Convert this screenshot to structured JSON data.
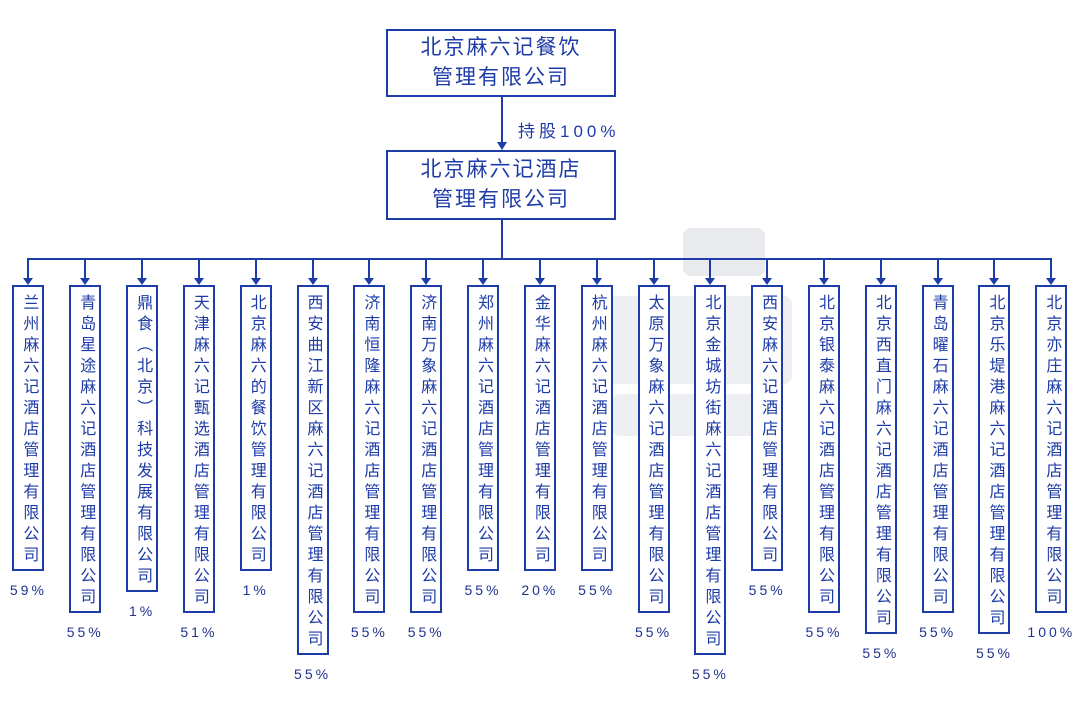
{
  "colors": {
    "line": "#1e3ca8",
    "text": "#1e3ca8",
    "watermark": "#ccd0da",
    "background": "#ffffff"
  },
  "root_company": {
    "line1": "北京麻六记餐饮",
    "line2": "管理有限公司"
  },
  "edge_label": "持股100%",
  "holding_company": {
    "line1": "北京麻六记酒店",
    "line2": "管理有限公司"
  },
  "subsidiaries": [
    {
      "name": "兰州麻六记酒店管理有限公司",
      "share": "59%"
    },
    {
      "name": "青岛星途麻六记酒店管理有限公司",
      "share": "55%"
    },
    {
      "name": "鼎食（北京）科技发展有限公司",
      "share": "1%"
    },
    {
      "name": "天津麻六记甄选酒店管理有限公司",
      "share": "51%"
    },
    {
      "name": "北京麻六的餐饮管理有限公司",
      "share": "1%"
    },
    {
      "name": "西安曲江新区麻六记酒店管理有限公司",
      "share": "55%"
    },
    {
      "name": "济南恒隆麻六记酒店管理有限公司",
      "share": "55%"
    },
    {
      "name": "济南万象麻六记酒店管理有限公司",
      "share": "55%"
    },
    {
      "name": "郑州麻六记酒店管理有限公司",
      "share": "55%"
    },
    {
      "name": "金华麻六记酒店管理有限公司",
      "share": "20%"
    },
    {
      "name": "杭州麻六记酒店管理有限公司",
      "share": "55%"
    },
    {
      "name": "太原万象麻六记酒店管理有限公司",
      "share": "55%"
    },
    {
      "name": "北京金城坊街麻六记酒店管理有限公司",
      "share": "55%"
    },
    {
      "name": "西安麻六记酒店管理有限公司",
      "share": "55%"
    },
    {
      "name": "北京银泰麻六记酒店管理有限公司",
      "share": "55%"
    },
    {
      "name": "北京西直门麻六记酒店管理有限公司",
      "share": "55%"
    },
    {
      "name": "青岛曜石麻六记酒店管理有限公司",
      "share": "55%"
    },
    {
      "name": "北京乐堤港麻六记酒店管理有限公司",
      "share": "55%"
    },
    {
      "name": "北京亦庄麻六记酒店管理有限公司",
      "share": "100%"
    }
  ]
}
